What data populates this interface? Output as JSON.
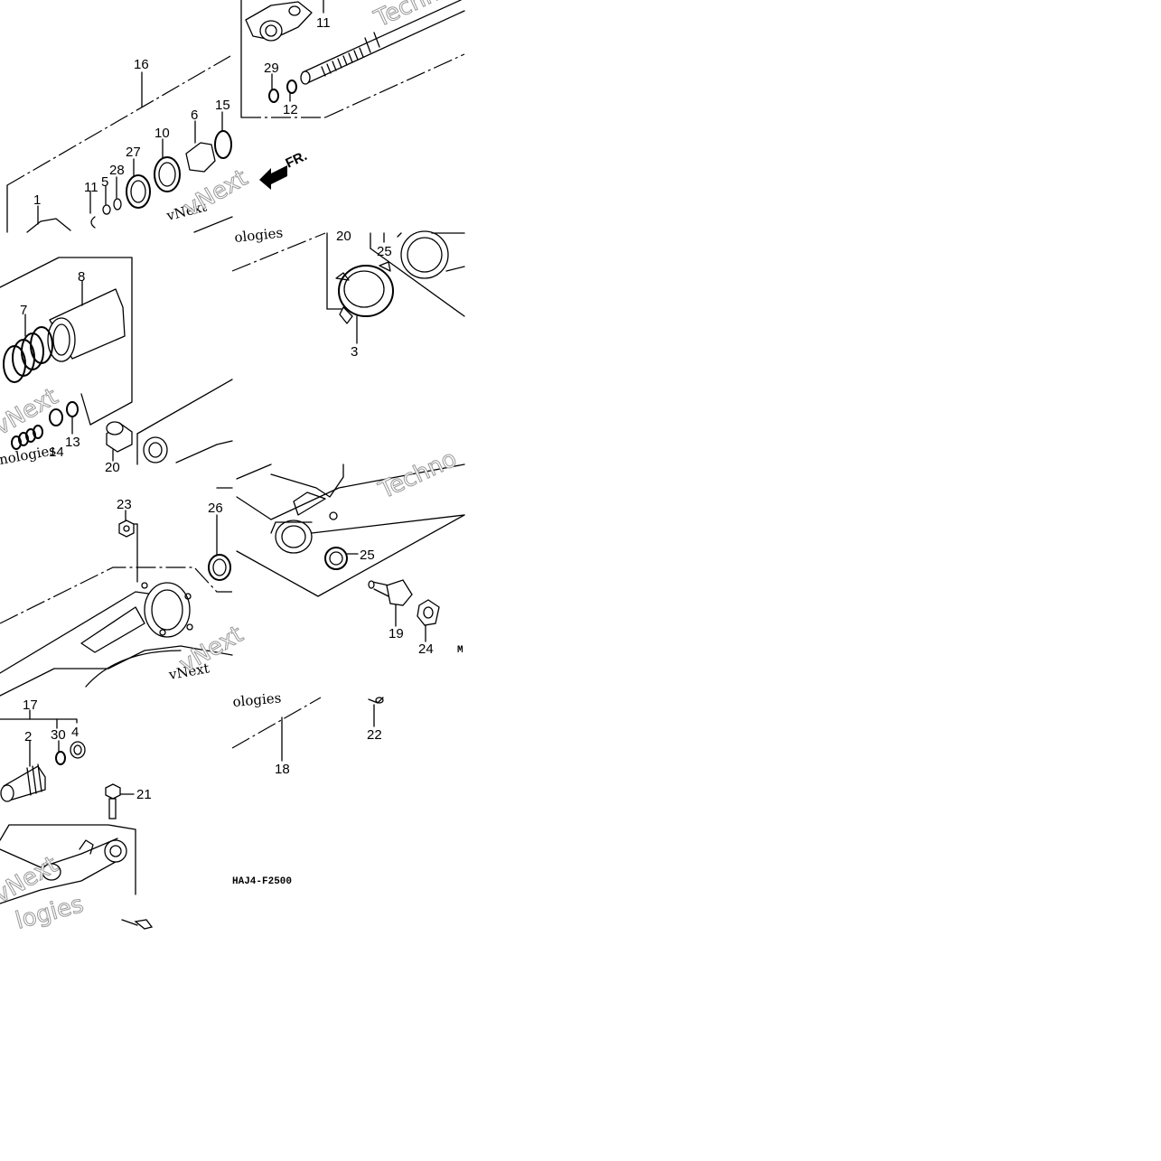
{
  "direction_label": "FR.",
  "diagram_code": "HAJ4-F2500",
  "corner_mark": "M",
  "watermark": {
    "brand": "vNext",
    "company_parts": [
      "Techno",
      "logies",
      "nologies",
      "ologies"
    ]
  },
  "callouts": {
    "c1": "1",
    "c2": "2",
    "c3": "3",
    "c4": "4",
    "c5": "5",
    "c6": "6",
    "c7": "7",
    "c8": "8",
    "c10": "10",
    "c11a": "11",
    "c11b": "11",
    "c12": "12",
    "c13": "13",
    "c14": "14",
    "c15": "15",
    "c16": "16",
    "c17": "17",
    "c18": "18",
    "c19": "19",
    "c20a": "20",
    "c20b": "20",
    "c21": "21",
    "c22": "22",
    "c23": "23",
    "c24": "24",
    "c25a": "25",
    "c25b": "25",
    "c26": "26",
    "c27": "27",
    "c28": "28",
    "c29": "29",
    "c30": "30"
  }
}
